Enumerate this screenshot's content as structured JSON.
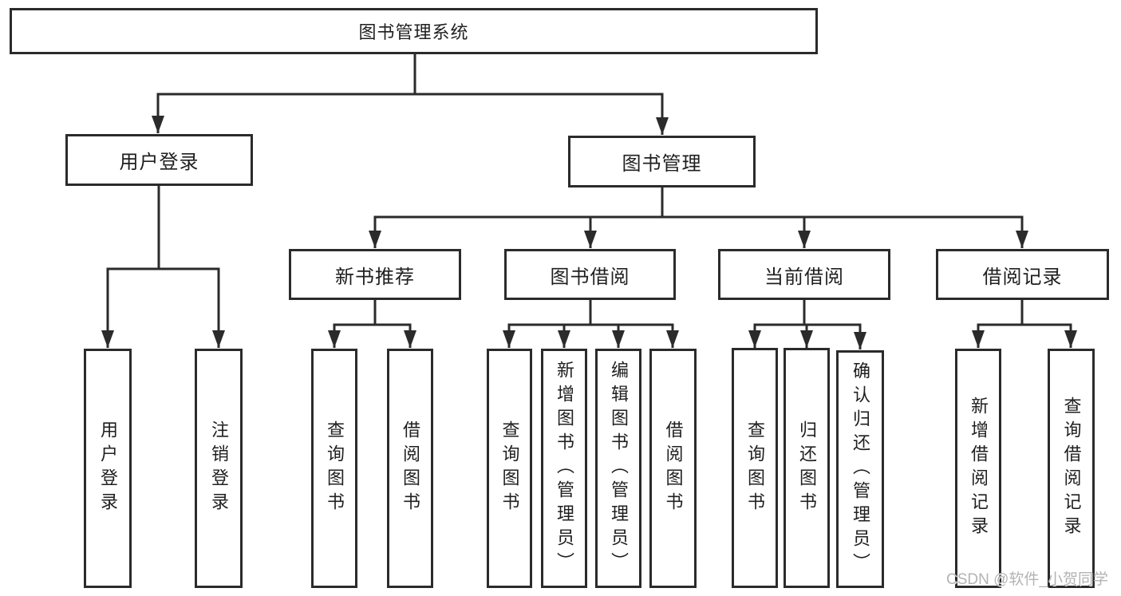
{
  "diagram": {
    "root": {
      "label": "图书管理系统"
    },
    "branches": [
      {
        "label": "用户登录",
        "children": [
          {
            "label": "用户登录"
          },
          {
            "label": "注销登录"
          }
        ]
      },
      {
        "label": "图书管理",
        "children": [
          {
            "label": "新书推荐",
            "children": [
              {
                "label": "查询图书"
              },
              {
                "label": "借阅图书"
              }
            ]
          },
          {
            "label": "图书借阅",
            "children": [
              {
                "label": "查询图书"
              },
              {
                "label": "新增图书（管理员）"
              },
              {
                "label": "编辑图书（管理员）"
              },
              {
                "label": "借阅图书"
              }
            ]
          },
          {
            "label": "当前借阅",
            "children": [
              {
                "label": "查询图书"
              },
              {
                "label": "归还图书"
              },
              {
                "label": "确认归还（管理员）"
              }
            ]
          },
          {
            "label": "借阅记录",
            "children": [
              {
                "label": "新增借阅记录"
              },
              {
                "label": "查询借阅记录"
              }
            ]
          }
        ]
      }
    ]
  },
  "watermark": {
    "text": "CSDN @软件_小贺同学"
  },
  "colors": {
    "line": "#2b2b2b",
    "box_border": "#2b2b2b",
    "text": "#1f1f1f",
    "watermark": "#b3b3b3",
    "background": "#ffffff"
  }
}
